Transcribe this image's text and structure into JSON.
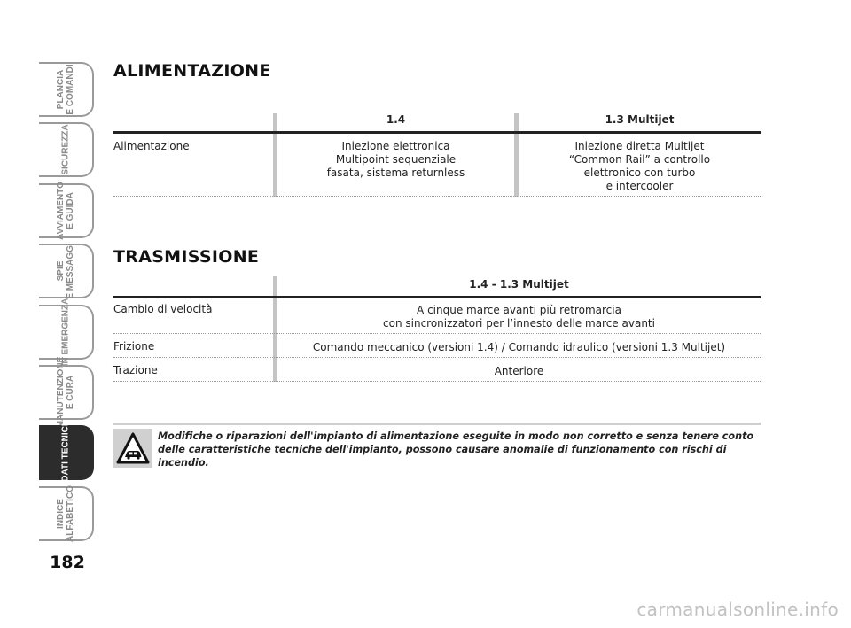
{
  "side_tabs": [
    {
      "label": "PLANCIA\nE COMANDI",
      "active": false
    },
    {
      "label": "SICUREZZA",
      "active": false
    },
    {
      "label": "AVVIAMENTO\nE GUIDA",
      "active": false
    },
    {
      "label": "SPIE\nE MESSAGGI",
      "active": false
    },
    {
      "label": "IN EMERGENZA",
      "active": false
    },
    {
      "label": "MANUTENZIONE\nE CURA",
      "active": false
    },
    {
      "label": "DATI TECNICI",
      "active": true
    },
    {
      "label": "INDICE\nALFABETICO",
      "active": false
    }
  ],
  "page_number": "182",
  "alimentazione": {
    "heading": "ALIMENTAZIONE",
    "col1_header": "1.4",
    "col2_header": "1.3 Multijet",
    "row_label": "Alimentazione",
    "col1_lines": [
      "Iniezione elettronica",
      "Multipoint sequenziale",
      "fasata, sistema returnless"
    ],
    "col2_lines": [
      "Iniezione diretta Multijet",
      "“Common Rail” a controllo",
      "elettronico con turbo",
      "e intercooler"
    ]
  },
  "trasmissione": {
    "heading": "TRASMISSIONE",
    "col_header": "1.4 - 1.3 Multijet",
    "rows": [
      {
        "label": "Cambio di velocità",
        "lines": [
          "A cinque marce avanti più retromarcia",
          "con sincronizzatori per l’innesto delle marce avanti"
        ]
      },
      {
        "label": "Frizione",
        "lines": [
          "Comando meccanico (versioni 1.4) / Comando idraulico (versioni 1.3 Multijet)"
        ]
      },
      {
        "label": "Trazione",
        "lines": [
          "Anteriore"
        ]
      }
    ]
  },
  "warning": {
    "text": "Modifiche o riparazioni dell'impianto di alimentazione eseguite in modo non corretto e senza tenere conto delle caratteristiche tecniche dell'impianto, possono causare anomalie di funzionamento con rischi di incendio.",
    "icon": "warning-triangle-car-icon"
  },
  "watermark": "carmanualsonline.info"
}
